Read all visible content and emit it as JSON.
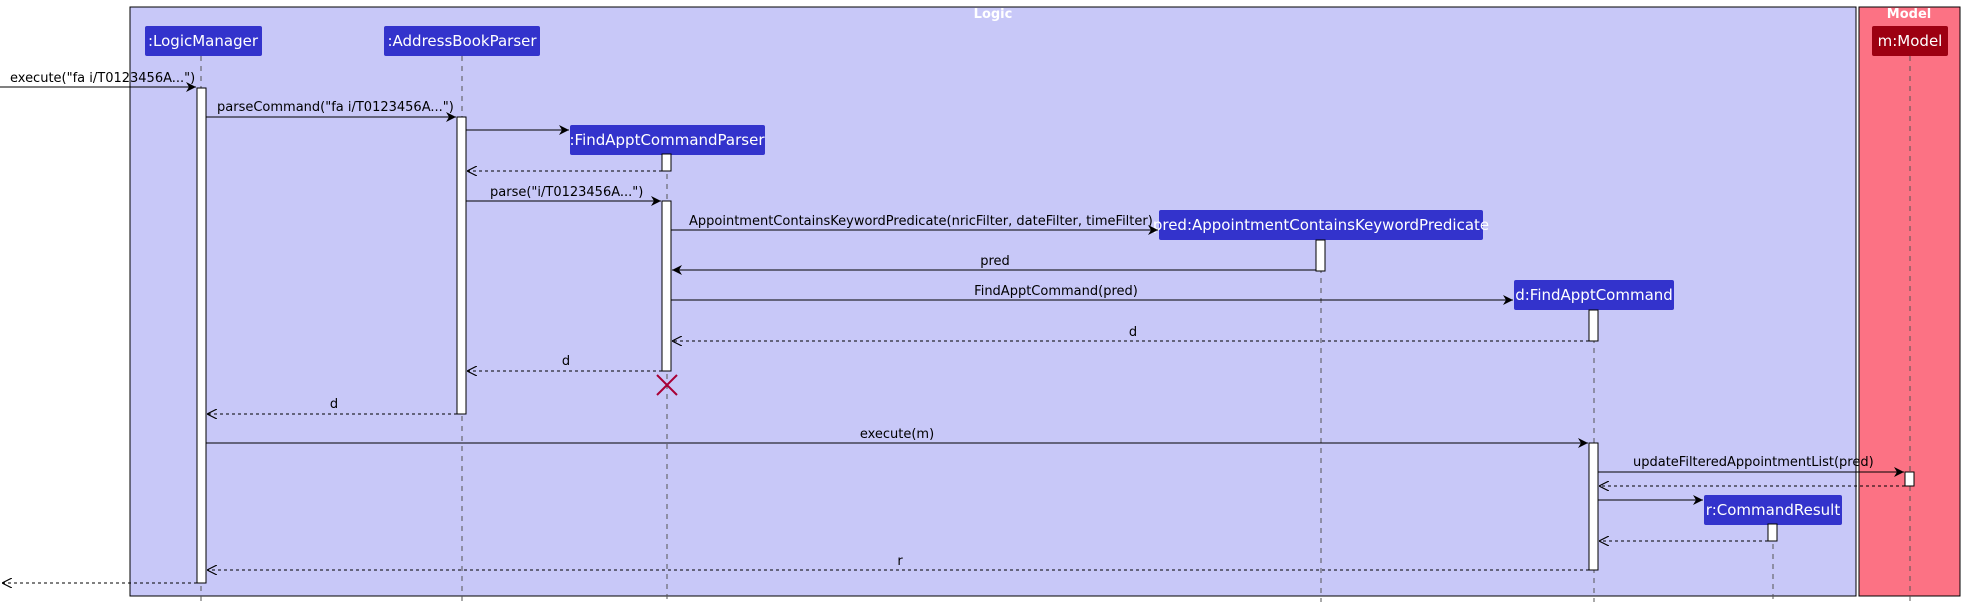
{
  "groups": {
    "logic": {
      "title": "Logic",
      "color": "#c8c8f8"
    },
    "model": {
      "title": "Model",
      "color": "#fc7284"
    }
  },
  "participants": {
    "logic_manager": {
      "label": ":LogicManager",
      "color": "#3333cc"
    },
    "address_book_parser": {
      "label": ":AddressBookParser",
      "color": "#3333cc"
    },
    "find_appt_command_parser": {
      "label": ":FindApptCommandParser",
      "color": "#3333cc"
    },
    "predicate": {
      "label": "pred:AppointmentContainsKeywordPredicate",
      "color": "#3333cc"
    },
    "find_appt_command": {
      "label": "d:FindApptCommand",
      "color": "#3333cc"
    },
    "command_result": {
      "label": "r:CommandResult",
      "color": "#3333cc"
    },
    "model": {
      "label": "m:Model",
      "color": "#9d0012"
    }
  },
  "messages": {
    "execute_input": "execute(\"fa i/T0123456A...\")",
    "parse_command": "parseCommand(\"fa i/T0123456A...\")",
    "parse": "parse(\"i/T0123456A...\")",
    "predicate_ctor": "AppointmentContainsKeywordPredicate(nricFilter, dateFilter, timeFilter)",
    "pred_return": "pred",
    "command_ctor": "FindApptCommand(pred)",
    "d_return_1": "d",
    "d_return_2": "d",
    "d_return_3": "d",
    "execute_m": "execute(m)",
    "update_filtered": "updateFilteredAppointmentList(pred)",
    "r_return": "r"
  },
  "colors": {
    "destroy_mark": "#a80036",
    "activation_fill": "#ffffff",
    "lifeline": "#555555"
  }
}
